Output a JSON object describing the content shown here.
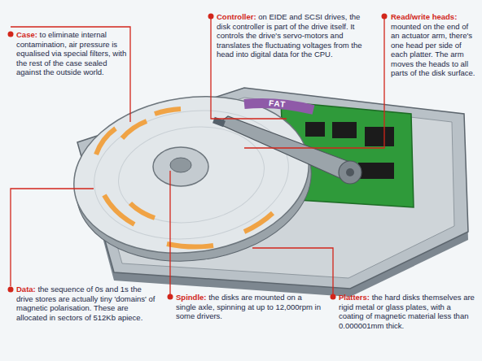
{
  "diagram": {
    "labels": [
      "Case:",
      "to eliminate internal contamination, air pressure is equalised via special filters, with the rest of the case sealed against the outside world.",
      "Controller:",
      "on EIDE and SCSI drives, the disk controller is part of the drive itself. It controls the drive's servo-motors and translates the fluctuating voltages from the head into digital data for the CPU.",
      "Read/write heads:",
      "mounted on the end of an actuator arm, there's one head per side of each platter. The arm moves the heads to all parts of the disk surface.",
      "Data:",
      "the sequence of 0s and 1s the drive stores are actually tiny 'domains' of magnetic polarisation. These are allocated in sectors of 512Kb apiece.",
      "Spindle:",
      "the disks are mounted on a single axle, spinning at up to 12,000rpm in some drivers.",
      "Platters:",
      "the hard disks themselves are rigid metal or glass plates, with a coating of magnetic material less than 0.000001mm thick.",
      "FAT"
    ]
  }
}
